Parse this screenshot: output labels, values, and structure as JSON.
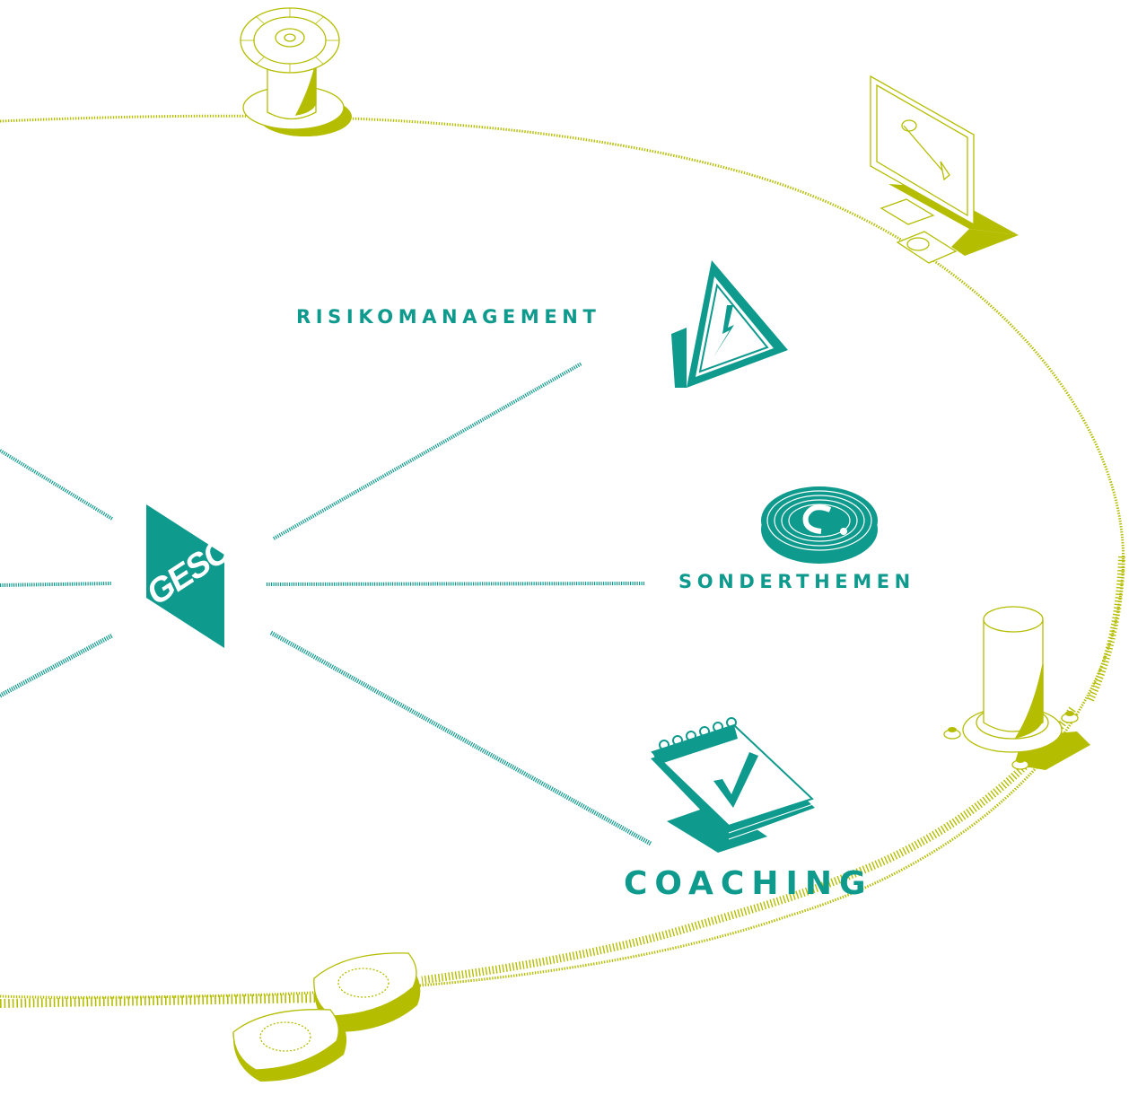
{
  "logo": {
    "text": "GESCO"
  },
  "labels": {
    "risk": "RISIKOMANAGEMENT",
    "sonder": "SONDERTHEMEN",
    "coaching": "COACHING"
  },
  "colors": {
    "teal": "#0f9a8e",
    "lime": "#b5bd00"
  },
  "icons": [
    "cable-spool-icon",
    "computer-monitor-icon",
    "warning-triangle-icon",
    "coiled-disc-icon",
    "notepad-checkmark-icon",
    "cylinder-post-icon",
    "gear-clamp-icon"
  ]
}
